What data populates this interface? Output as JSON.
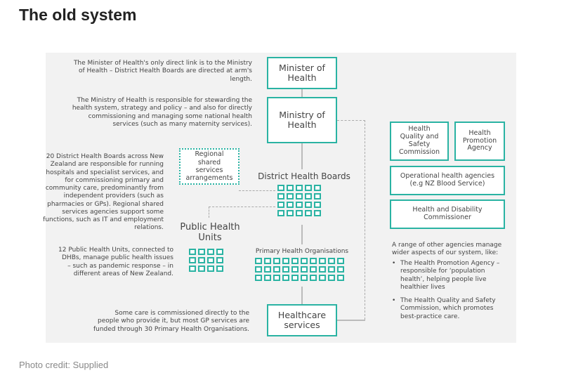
{
  "page": {
    "title": "The old system",
    "credit": "Photo credit: Supplied"
  },
  "diagram": {
    "minister_box": "Minister of Health",
    "ministry_box": "Ministry of Health",
    "healthcare_box": "Healthcare services",
    "regional_box": "Regional shared services arrangements",
    "dhb_label": "District Health Boards",
    "phu_label": "Public Health Units",
    "pho_label": "Primary Health Organisations",
    "hqsc_box": "Health Quality and Safety Commission",
    "hpa_box": "Health Promotion Agency",
    "operational_box": "Operational health agencies (e.g NZ Blood Service)",
    "hdc_box": "Health and Disability Commissioner",
    "note_minister": "The Minister of Health's only direct link is to the Ministry of Health – District Health Boards are directed at arm's length.",
    "note_ministry": "The Ministry of Health is responsible for stewarding the health system, strategy and policy – and also for directly commissioning and managing some national health services (such as many maternity services).",
    "note_dhb": "20 District Health Boards across New Zealand are responsible for running hospitals and specialist services, and for commissioning primary and community care, predominantly from independent providers (such as pharmacies or GPs). Regional shared services agencies support some functions, such as IT and employment relations.",
    "note_phu": "12 Public Health Units, connected to DHBs, manage public health issues – such as pandemic response – in different areas of New Zealand.",
    "note_care": "Some care is commissioned directly to the people who provide it, but most GP services are funded through 30 Primary Health Organisations.",
    "agencies_intro": "A range of other agencies manage wider aspects of our system, like:",
    "agencies_bullets": [
      "The Health Promotion Agency – responsible for ‘population health’, helping people live healthier lives",
      "The Health Quality and Safety Commission, which promotes best-practice care."
    ]
  },
  "colors": {
    "accent": "#2ab3a3",
    "background": "#f2f2f2"
  }
}
